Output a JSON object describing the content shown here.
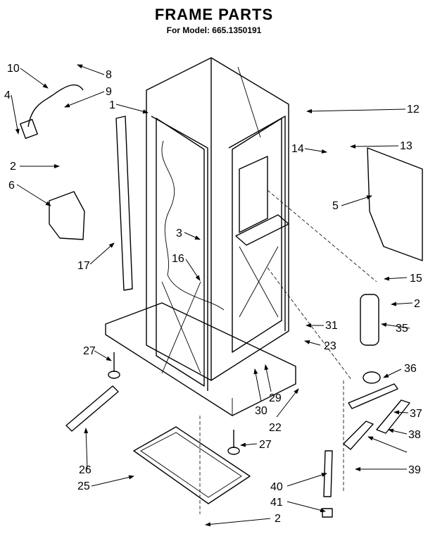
{
  "title": "FRAME PARTS",
  "subtitle": "For Model: 665.1350191",
  "callouts": [
    "1",
    "2",
    "3",
    "4",
    "5",
    "6",
    "8",
    "9",
    "10",
    "12",
    "13",
    "14",
    "15",
    "16",
    "17",
    "22",
    "23",
    "25",
    "26",
    "27",
    "29",
    "30",
    "31",
    "35",
    "36",
    "37",
    "38",
    "39",
    "40",
    "41"
  ]
}
